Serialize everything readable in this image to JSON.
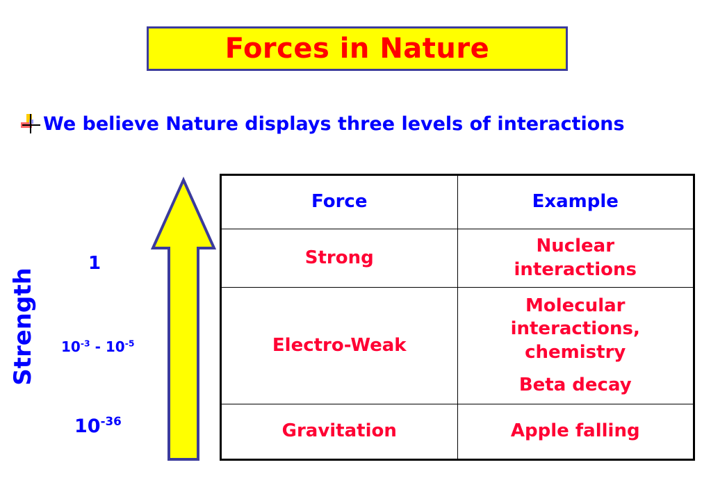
{
  "title": "Forces in Nature",
  "bullet": {
    "text": "We believe Nature displays three levels of interactions",
    "icon": "bullet-icon"
  },
  "axis": {
    "label": "Strength",
    "levels": {
      "strong": {
        "base": "1"
      },
      "electroweak": {
        "base1": "10",
        "exp1": "-3",
        "sep": " - ",
        "base2": "10",
        "exp2": "-5"
      },
      "gravity": {
        "base": "10",
        "exp": "-36"
      }
    }
  },
  "colors": {
    "title_bg": "#ffff00",
    "title_text": "#ff0000",
    "title_border": "#3b3b9c",
    "blue_text": "#0000ff",
    "red_text": "#ff0033",
    "arrow_fill": "#ffff00",
    "arrow_stroke": "#3b3b9c"
  },
  "table": {
    "headers": [
      "Force",
      "Example"
    ],
    "rows": [
      {
        "force": "Strong",
        "example": [
          "Nuclear",
          "interactions"
        ]
      },
      {
        "force": "Electro-Weak",
        "example": [
          "Molecular",
          "interactions,",
          "chemistry"
        ],
        "extra": "Beta decay"
      },
      {
        "force": "Gravitation",
        "example": [
          "Apple falling"
        ]
      }
    ]
  }
}
